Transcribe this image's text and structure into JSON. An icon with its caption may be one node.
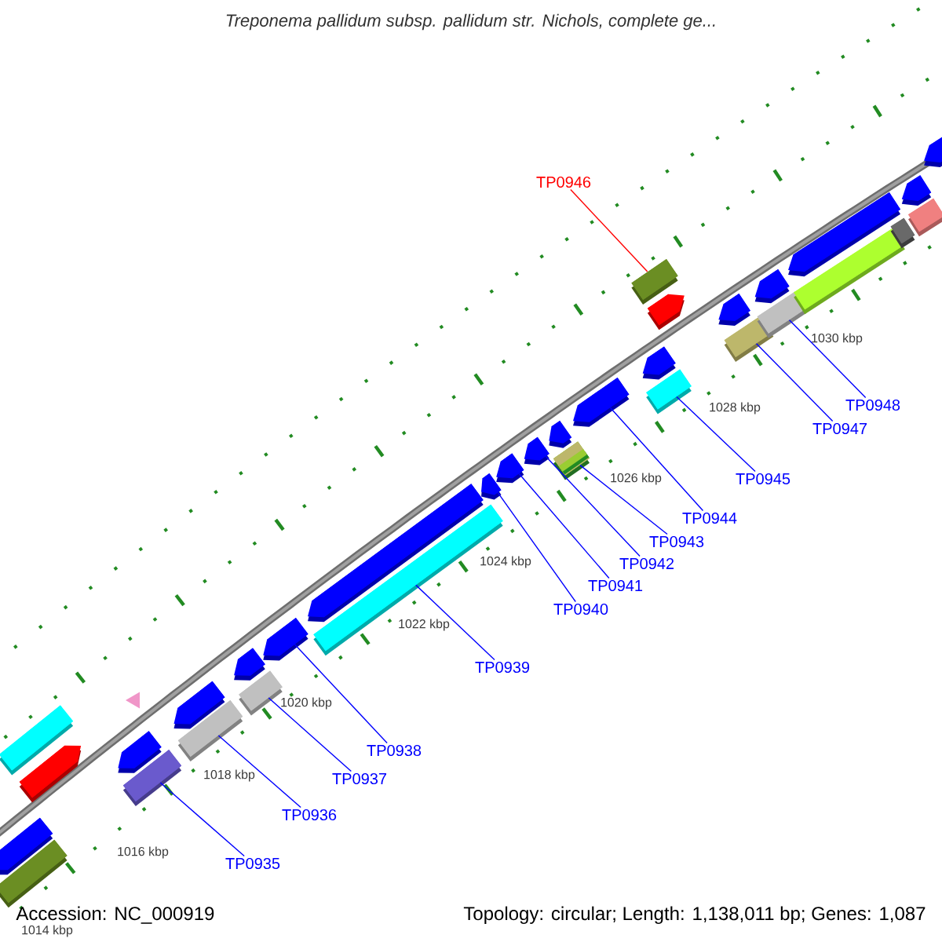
{
  "diagram": {
    "title": "Treponema pallidum subsp. pallidum str. Nichols, complete ge...",
    "nodes": [
      {
        "text": [
          "TP0935"
        ]
      },
      {
        "text": [
          "TP0936"
        ]
      },
      {
        "text": [
          "TP0937"
        ]
      },
      {
        "text": [
          "TP0938"
        ]
      },
      {
        "text": [
          "TP0939"
        ]
      },
      {
        "text": [
          "TP0940"
        ]
      },
      {
        "text": [
          "TP0941"
        ]
      },
      {
        "text": [
          "TP0942"
        ]
      },
      {
        "text": [
          "TP0943"
        ]
      },
      {
        "text": [
          "TP0944"
        ]
      },
      {
        "text": [
          "TP0945"
        ]
      },
      {
        "text": [
          "TP0946"
        ]
      },
      {
        "text": [
          "TP0947"
        ]
      },
      {
        "text": [
          "TP0948"
        ]
      },
      {
        "text": [],
        "shape": "box"
      },
      {
        "text": [],
        "shape": "box"
      },
      {
        "text": [],
        "shape": "box"
      },
      {
        "text": [],
        "shape": "pentagon"
      },
      {
        "text": [],
        "shape": "box"
      },
      {
        "text": [],
        "shape": "pentagon"
      },
      {
        "text": [],
        "shape": "pentagon"
      },
      {
        "text": [],
        "shape": "pentagon"
      },
      {
        "text": [],
        "shape": "box"
      },
      {
        "text": [],
        "shape": "pentagon"
      },
      {
        "text": [],
        "shape": "box"
      },
      {
        "text": [],
        "shape": "box"
      },
      {
        "text": [],
        "shape": "box"
      },
      {
        "text": [],
        "shape": "box"
      },
      {
        "text": [],
        "shape": "pentagon"
      },
      {
        "text": [],
        "shape": "box"
      },
      {
        "text": [],
        "shape": "box"
      },
      {
        "text": [],
        "shape": "pentagon"
      },
      {
        "text": [],
        "shape": "pentagon"
      },
      {
        "text": [],
        "shape": "pentagon"
      },
      {
        "text": [],
        "shape": "pentagon"
      },
      {
        "text": [],
        "shape": "pentagon"
      },
      {
        "text": [],
        "shape": "pentagon"
      },
      {
        "text": [],
        "shape": "pentagon"
      },
      {
        "text": [],
        "shape": "pentagon"
      },
      {
        "text": [],
        "shape": "pentagon"
      },
      {
        "text": [],
        "shape": "pentagon"
      },
      {
        "text": [],
        "shape": "pentagon"
      },
      {
        "text": [],
        "shape": "box"
      },
      {
        "text": [],
        "shape": "box"
      },
      {
        "text": [],
        "shape": "pentagon"
      },
      {
        "text": [],
        "shape": "box"
      },
      {
        "text": [],
        "shape": "pentagon"
      },
      {
        "text": [],
        "shape": "triangle"
      }
    ],
    "edges": [
      {
        "from": 0,
        "to": 14,
        "arrow": "none"
      },
      {
        "from": 1,
        "to": 15,
        "arrow": "none"
      },
      {
        "from": 2,
        "to": 16,
        "arrow": "none"
      },
      {
        "from": 3,
        "to": 17,
        "arrow": "none"
      },
      {
        "from": 4,
        "to": 18,
        "arrow": "none"
      },
      {
        "from": 5,
        "to": 19,
        "arrow": "none"
      },
      {
        "from": 6,
        "to": 20,
        "arrow": "none"
      },
      {
        "from": 7,
        "to": 21,
        "arrow": "none"
      },
      {
        "from": 8,
        "to": 22,
        "arrow": "none"
      },
      {
        "from": 9,
        "to": 23,
        "arrow": "none"
      },
      {
        "from": 10,
        "to": 24,
        "arrow": "none"
      },
      {
        "from": 11,
        "to": 25,
        "arrow": "none",
        "color": "#ff0000"
      },
      {
        "from": 12,
        "to": 26,
        "arrow": "none"
      },
      {
        "from": 13,
        "to": 27,
        "arrow": "none"
      }
    ],
    "labels": [
      "1030 kbp",
      "1028 kbp",
      "1026 kbp",
      "1024 kbp",
      "1022 kbp",
      "1020 kbp",
      "1018 kbp",
      "1016 kbp",
      "Accession: NC_000919",
      "Topology: circular; Length: 1,138,011 bp; Genes: 1,087",
      "1014 kbp"
    ]
  }
}
